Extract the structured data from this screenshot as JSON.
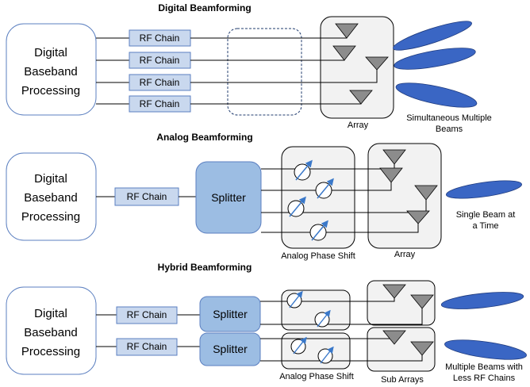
{
  "digital": {
    "title": "Digital Beamforming",
    "baseband_line1": "Digital",
    "baseband_line2": "Baseband",
    "baseband_line3": "Processing",
    "rf_chains": [
      "RF Chain",
      "RF Chain",
      "RF Chain",
      "RF Chain"
    ],
    "array_label": "Array",
    "beams_label_line1": "Simultaneous Multiple",
    "beams_label_line2": "Beams"
  },
  "analog": {
    "title": "Analog Beamforming",
    "baseband_line1": "Digital",
    "baseband_line2": "Baseband",
    "baseband_line3": "Processing",
    "rf_chain": "RF Chain",
    "splitter": "Splitter",
    "phase_shift_label": "Analog Phase Shift",
    "array_label": "Array",
    "beam_label_line1": "Single Beam at",
    "beam_label_line2": "a Time"
  },
  "hybrid": {
    "title": "Hybrid Beamforming",
    "baseband_line1": "Digital",
    "baseband_line2": "Baseband",
    "baseband_line3": "Processing",
    "rf_chains": [
      "RF Chain",
      "RF Chain"
    ],
    "splitters": [
      "Splitter",
      "Splitter"
    ],
    "phase_shift_label": "Analog Phase Shift",
    "sub_arrays_label": "Sub Arrays",
    "beams_label_line1": "Multiple Beams with",
    "beams_label_line2": "Less RF Chains"
  },
  "colors": {
    "box_stroke": "#5b7fc0",
    "rf_fill": "#c9d8ee",
    "splitter_fill": "#9cbde3",
    "container_fill": "#f2f2f2",
    "antenna_fill": "#8c8c8c",
    "beam_fill": "#3a66c4",
    "phase_arrow": "#3a78c9"
  }
}
